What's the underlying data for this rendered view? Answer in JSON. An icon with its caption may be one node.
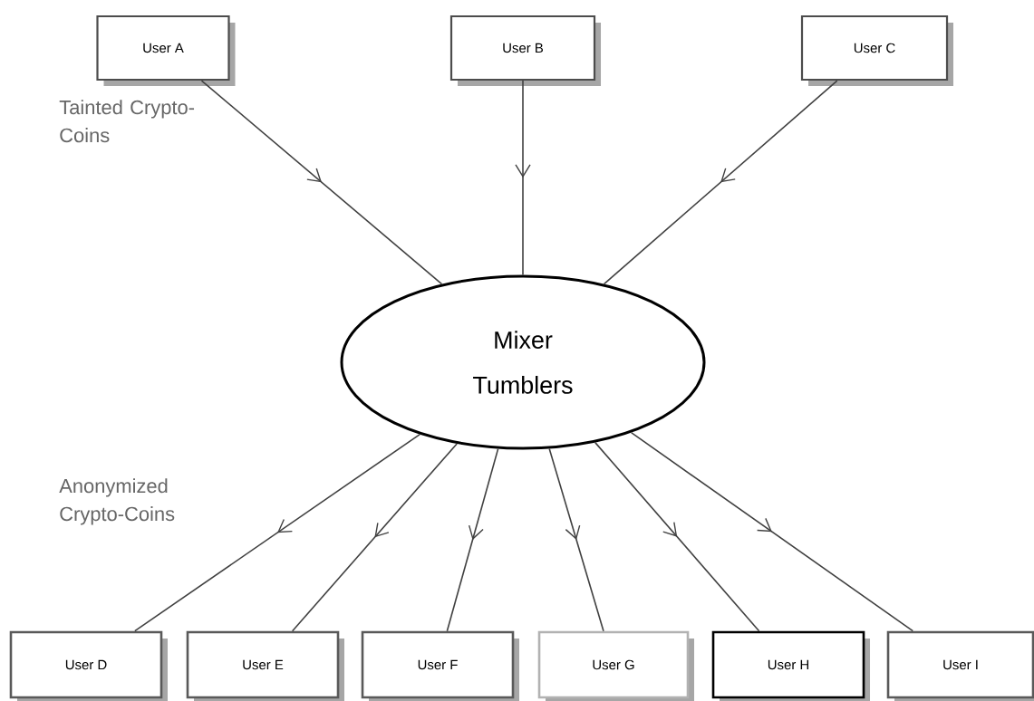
{
  "diagram": {
    "nodes": [
      {
        "text": [
          "User A"
        ]
      },
      {
        "text": [
          "User B"
        ]
      },
      {
        "text": [
          "User C"
        ]
      },
      {
        "text": [
          "Mixer Tumblers"
        ]
      },
      {
        "text": [
          "User D"
        ]
      },
      {
        "text": [
          "User E"
        ]
      },
      {
        "text": [
          "User F"
        ]
      },
      {
        "text": [
          "User G"
        ]
      },
      {
        "text": [
          "User H"
        ]
      },
      {
        "text": [
          "User I"
        ]
      }
    ],
    "edges": [
      {
        "from": 0,
        "to": 3,
        "arrow": "to"
      },
      {
        "from": 1,
        "to": 3,
        "arrow": "to"
      },
      {
        "from": 2,
        "to": 3,
        "arrow": "to"
      },
      {
        "from": 3,
        "to": 4,
        "arrow": "to"
      },
      {
        "from": 3,
        "to": 5,
        "arrow": "to"
      },
      {
        "from": 3,
        "to": 6,
        "arrow": "to"
      },
      {
        "from": 3,
        "to": 7,
        "arrow": "to"
      },
      {
        "from": 3,
        "to": 8,
        "arrow": "to"
      },
      {
        "from": 3,
        "to": 9,
        "arrow": "to"
      }
    ],
    "labels": [
      "Tainted Crypto-Coins",
      "Anonymized Crypto-Coins"
    ]
  }
}
